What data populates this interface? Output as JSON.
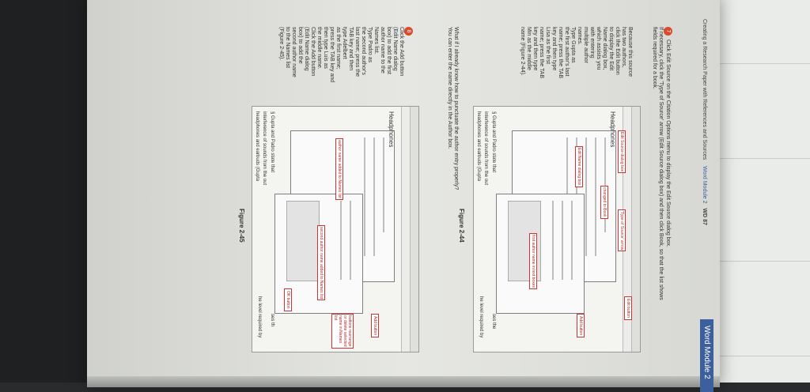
{
  "header": {
    "running_head": "Creating a Research Paper with References and Sources",
    "module": "Word Module 2",
    "page_ref": "WD 87",
    "badge": "Word Module 2"
  },
  "step7": {
    "number": "7",
    "line1": "Click Edit Source on the Citation Options menu to display the Edit Source dialog box.",
    "line2": "If necessary, click the 'Type of Source' arrow (Edit Source dialog box) and then click Book, so that the list shows",
    "line3": "fields required for a book.",
    "bullets": [
      "Because this source",
      "has two authors,",
      "click the Edit button",
      "to display the Edit",
      "Name dialog box,",
      "which assists you",
      "with entering",
      "multiple author",
      "names.",
      "Type Gupta as",
      "the first author's last",
      "name; press the TAB",
      "key and then type",
      "Lisa as the first",
      "name; press the TAB",
      "key and then type",
      "Min as the middle",
      "name (Figure 2-44)."
    ]
  },
  "q1": {
    "q": "What if I already know how to punctuate the author entry properly?",
    "a": "You can enter the name directly in the Author box."
  },
  "step8": {
    "number": "8",
    "lines": [
      "Click the Add button",
      "(Edit Name dialog",
      "box) to add the first",
      "author name to the",
      "Names list.",
      "Type Padro as",
      "the second author's",
      "last name; press the",
      "TAB key and then",
      "type Adelbert",
      "as the first name;",
      "press the TAB key and",
      "then type Luis as",
      "the middle name.",
      "Click the Add button",
      "(Edit Name dialog",
      "box) to add the",
      "second author name",
      "to the Names list",
      "(Figure 2-45)."
    ]
  },
  "fig44": {
    "caption": "Figure 2-44",
    "callouts": [
      "Edit Source dialog box",
      "'Type of Source' arrow",
      "changed to Book",
      "Edit Name dialog box",
      "first author name in text boxes",
      "Edit button",
      "Add button"
    ],
    "doc_lines": [
      "Headphones",
      "§ Gupta and Padro state that",
      "interference of sounds from the out",
      "headphones and earbuds (Gupta",
      "ses the",
      "he level required by"
    ]
  },
  "fig45": {
    "caption": "Figure 2-45",
    "callouts": [
      "author name added to Names list",
      "second author name added to Names list",
      "Add button",
      "buttons rearrange or delete selected name in Names list",
      "OK button"
    ],
    "doc_lines": [
      "Headphones",
      "§ Gupta and Padro state that",
      "interference of sounds from the out",
      "headphones and earbuds (Gupta",
      "ses th",
      "he level required by"
    ]
  }
}
